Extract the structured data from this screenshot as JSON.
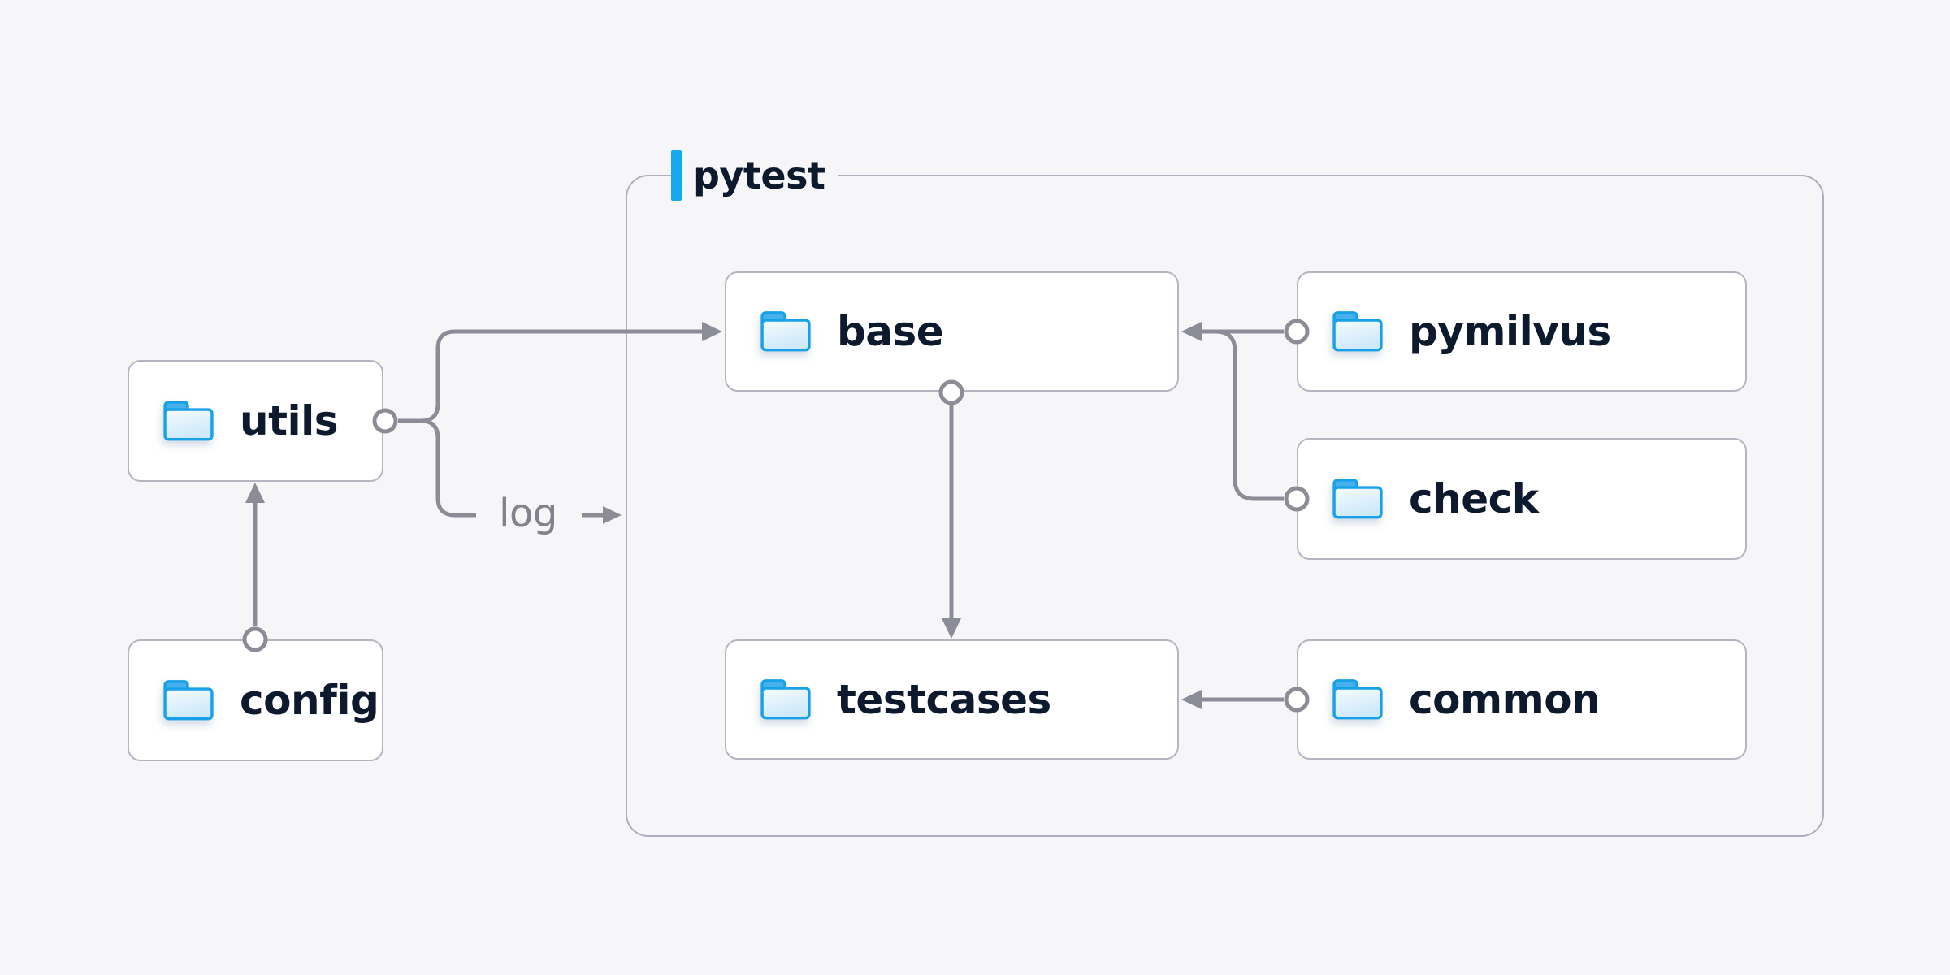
{
  "page": {
    "background": "#f6f6f8"
  },
  "diagram": {
    "container": {
      "label": "pytest"
    },
    "nodes": {
      "utils": {
        "label": "utils"
      },
      "config": {
        "label": "config"
      },
      "base": {
        "label": "base"
      },
      "pymilvus": {
        "label": "pymilvus"
      },
      "check": {
        "label": "check"
      },
      "testcases": {
        "label": "testcases"
      },
      "common": {
        "label": "common"
      }
    },
    "edges": [
      {
        "from": "config",
        "to": "utils"
      },
      {
        "from": "utils",
        "to": "base"
      },
      {
        "from": "utils",
        "to": "pytest-container",
        "label": "log"
      },
      {
        "from": "pymilvus",
        "to": "base"
      },
      {
        "from": "check",
        "to": "base"
      },
      {
        "from": "base",
        "to": "testcases"
      },
      {
        "from": "common",
        "to": "testcases"
      }
    ],
    "icons": {
      "node_icon": "folder-icon"
    },
    "colors": {
      "page_bg": "#f6f6f8",
      "accent": "#14a8ef",
      "connector": "#8c8c97",
      "node_border": "#b5b5c1",
      "container_border": "#aeaebc",
      "node_fill": "#ffffff",
      "text": "#0d1a2e",
      "edge_label_text": "#82828c",
      "folder_stroke": "#18a0e8",
      "folder_tab": "#45b0ec",
      "folder_fill_top": "#f3fafe",
      "folder_fill_bottom": "#cde9fa"
    }
  }
}
